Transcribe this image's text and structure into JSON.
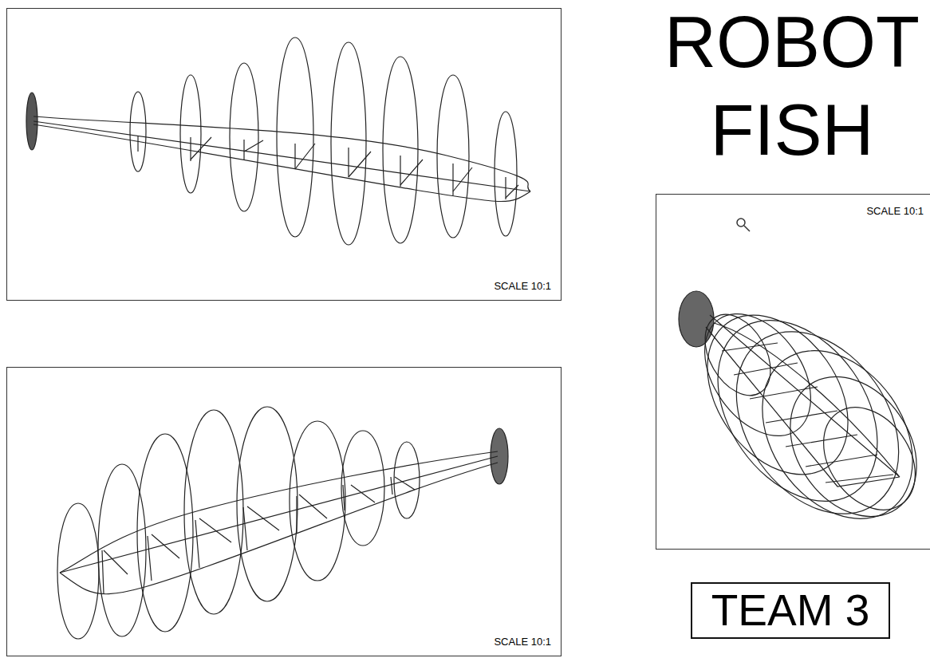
{
  "diagram": {
    "title": "ROBOT FISH",
    "nodes": [
      {
        "text": [
          "SCALE 10:1"
        ]
      },
      {
        "text": [
          "SCALE 10:1"
        ]
      },
      {
        "text": [
          "SCALE 10:1"
        ]
      },
      {
        "text": [
          "TEAM 3"
        ]
      }
    ]
  }
}
